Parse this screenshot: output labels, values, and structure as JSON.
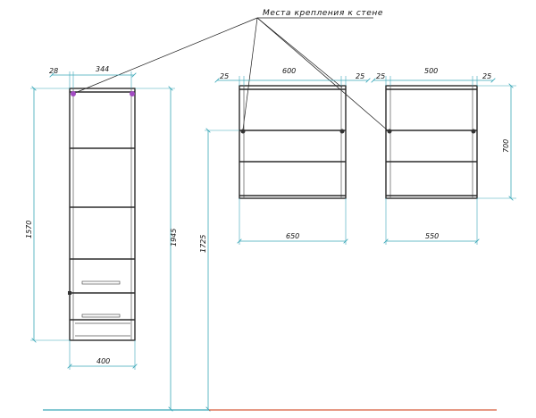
{
  "annotation": {
    "label": "Места крепления к стене"
  },
  "tall_cabinet": {
    "dims": {
      "top_offset": "28",
      "top_depth": "344",
      "height_left": "1570",
      "height_right": "1945",
      "width_bottom": "400"
    }
  },
  "wall_cabinet_650": {
    "dims": {
      "side_left": "25",
      "inner": "600",
      "side_right": "25",
      "total_width": "650"
    }
  },
  "wall_cabinet_550": {
    "dims": {
      "side_left": "25",
      "inner": "500",
      "side_right": "25",
      "total_width": "550",
      "height": "700"
    }
  },
  "mount_height": "1725",
  "colors": {
    "accent": "#3aa7b8",
    "floor_right": "#d85a3a",
    "mount": "#a24bc2"
  }
}
